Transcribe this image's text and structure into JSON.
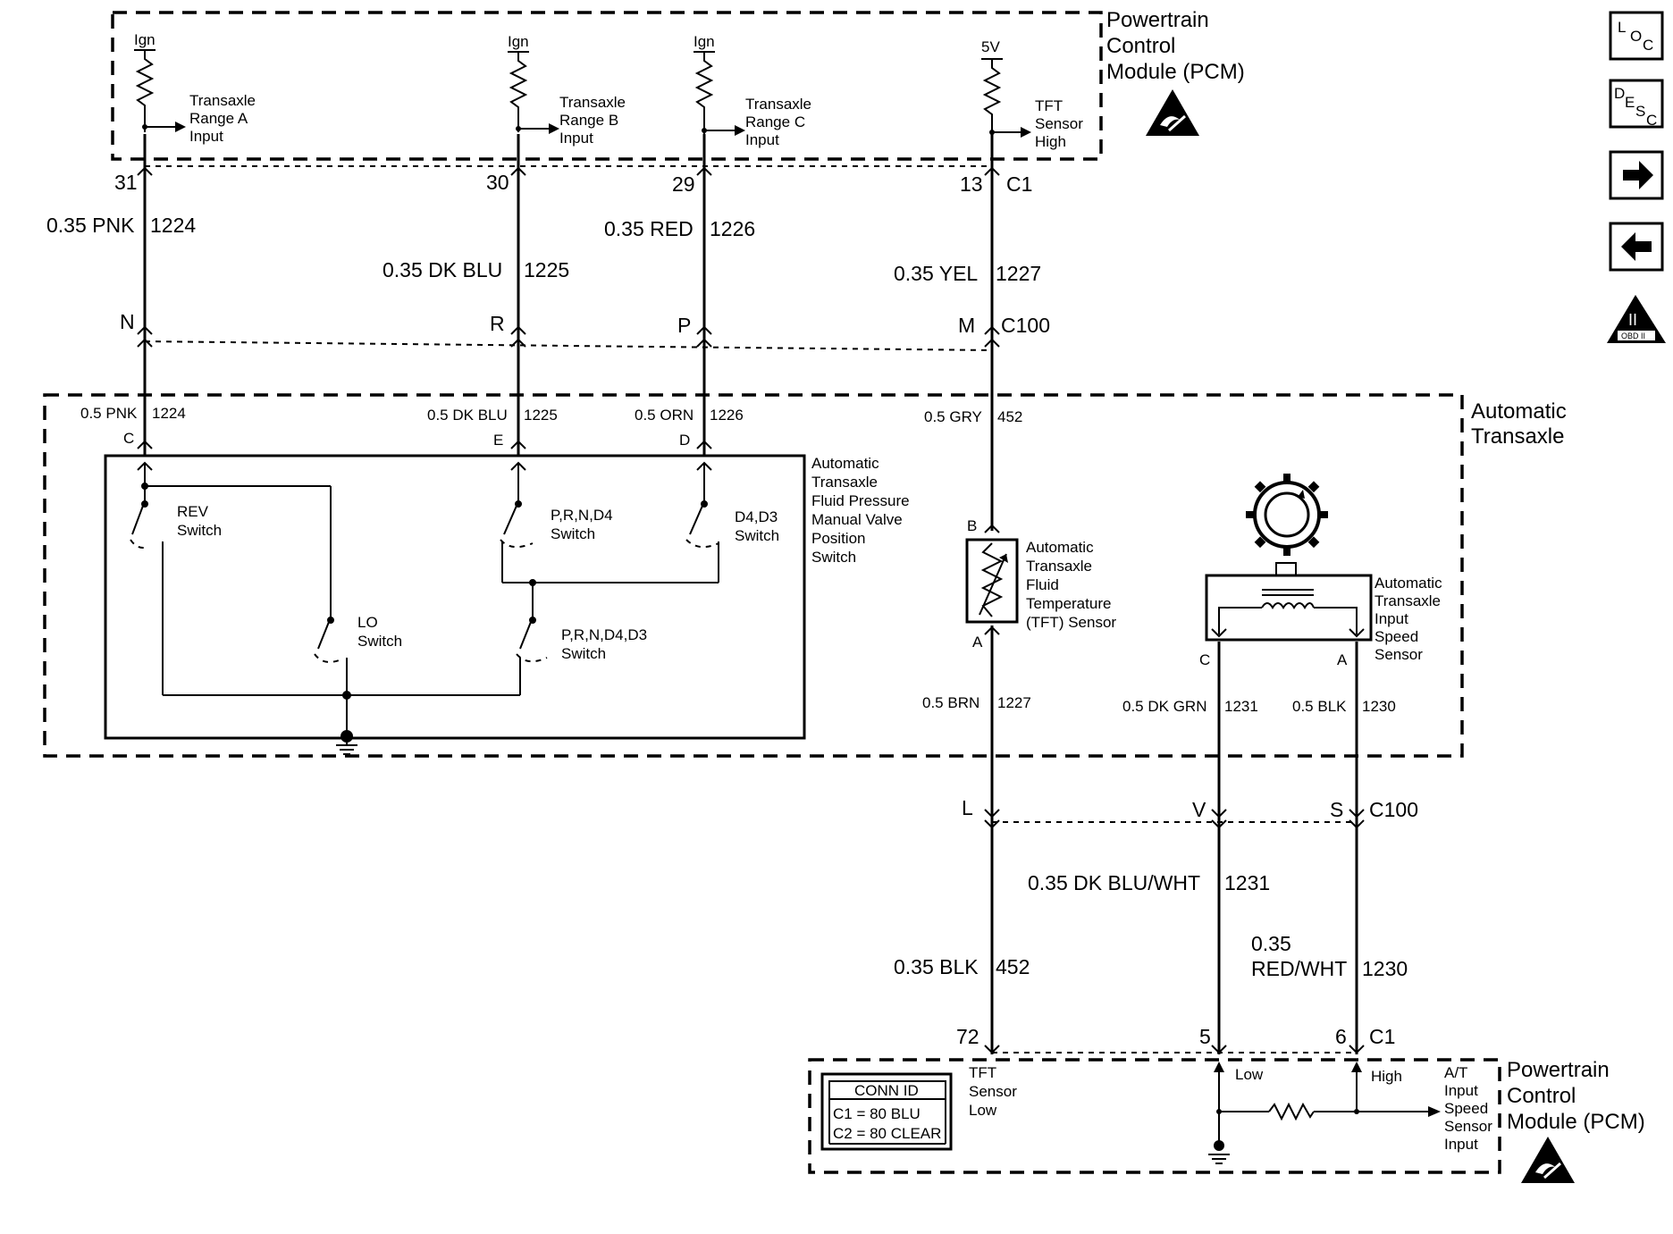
{
  "modules": {
    "pcm_top": [
      "Powertrain",
      "Control",
      "Module (PCM)"
    ],
    "transaxle": [
      "Automatic",
      "Transaxle"
    ],
    "pcm_bottom": [
      "Powertrain",
      "Control",
      "Module (PCM)"
    ]
  },
  "pcm_inputs": {
    "range_a": {
      "supply": "Ign",
      "label": [
        "Transaxle",
        "Range A",
        "Input"
      ]
    },
    "range_b": {
      "supply": "Ign",
      "label": [
        "Transaxle",
        "Range B",
        "Input"
      ]
    },
    "range_c": {
      "supply": "Ign",
      "label": [
        "Transaxle",
        "Range C",
        "Input"
      ]
    },
    "tft_high": {
      "supply": "5V",
      "label": [
        "TFT",
        "Sensor",
        "High"
      ]
    }
  },
  "pins_top": {
    "p31": "31",
    "p30": "30",
    "p29": "29",
    "p13": "13",
    "c1": "C1"
  },
  "wires_top": {
    "w1224": {
      "color": "0.35 PNK",
      "circuit": "1224"
    },
    "w1225": {
      "color": "0.35 DK BLU",
      "circuit": "1225"
    },
    "w1226": {
      "color": "0.35 RED",
      "circuit": "1226"
    },
    "w1227": {
      "color": "0.35 YEL",
      "circuit": "1227"
    }
  },
  "c100_top": {
    "n": "N",
    "r": "R",
    "p": "P",
    "m": "M",
    "name": "C100"
  },
  "wires_mid": {
    "w1224": {
      "color": "0.5 PNK",
      "circuit": "1224",
      "pin": "C"
    },
    "w1225": {
      "color": "0.5 DK BLU",
      "circuit": "1225",
      "pin": "E"
    },
    "w1226": {
      "color": "0.5 ORN",
      "circuit": "1226",
      "pin": "D"
    },
    "w452": {
      "color": "0.5 GRY",
      "circuit": "452"
    }
  },
  "valve_switch": {
    "title": [
      "Automatic",
      "Transaxle",
      "Fluid Pressure",
      "Manual Valve",
      "Position",
      "Switch"
    ],
    "rev": [
      "REV",
      "Switch"
    ],
    "prnd4": [
      "P,R,N,D4",
      "Switch"
    ],
    "d4d3": [
      "D4,D3",
      "Switch"
    ],
    "lo": [
      "LO",
      "Switch"
    ],
    "prnd4d3": [
      "P,R,N,D4,D3",
      "Switch"
    ]
  },
  "tft_sensor": {
    "pin_b": "B",
    "pin_a": "A",
    "label": [
      "Automatic",
      "Transaxle",
      "Fluid",
      "Temperature",
      "(TFT) Sensor"
    ]
  },
  "speed_sensor": {
    "pin_c": "C",
    "pin_a": "A",
    "label": [
      "Automatic",
      "Transaxle",
      "Input",
      "Speed",
      "Sensor"
    ]
  },
  "wires_lower": {
    "w1227": {
      "color": "0.5 BRN",
      "circuit": "1227"
    },
    "w1231": {
      "color": "0.5 DK GRN",
      "circuit": "1231"
    },
    "w1230": {
      "color": "0.5 BLK",
      "circuit": "1230"
    }
  },
  "c100_bottom": {
    "l": "L",
    "v": "V",
    "s": "S",
    "name": "C100"
  },
  "wires_bottom": {
    "w452": {
      "color": "0.35 BLK",
      "circuit": "452"
    },
    "w1231": {
      "color": "0.35 DK BLU/WHT",
      "circuit": "1231"
    },
    "w1230": {
      "color_line1": "0.35",
      "color_line2": "RED/WHT",
      "circuit": "1230"
    }
  },
  "pins_bottom": {
    "p72": "72",
    "p5": "5",
    "p6": "6",
    "c1": "C1"
  },
  "pcm_bottom_inputs": {
    "tft_low": [
      "TFT",
      "Sensor",
      "Low"
    ],
    "low": "Low",
    "high": "High",
    "speed_input": [
      "A/T",
      "Input",
      "Speed",
      "Sensor",
      "Input"
    ]
  },
  "conn_id": {
    "title": "CONN ID",
    "c1": "C1 = 80 BLU",
    "c2": "C2 = 80 CLEAR"
  },
  "nav": {
    "loc": {
      "a": "L",
      "b": "O",
      "c": "C"
    },
    "desc": {
      "a": "D",
      "b": "E",
      "c": "S",
      "d": "C"
    },
    "next_icon": "arrow-right-icon",
    "prev_icon": "arrow-left-icon",
    "obd": {
      "numeral": "II",
      "text": "OBD II"
    }
  },
  "esd_icon": "esd-warning-icon"
}
